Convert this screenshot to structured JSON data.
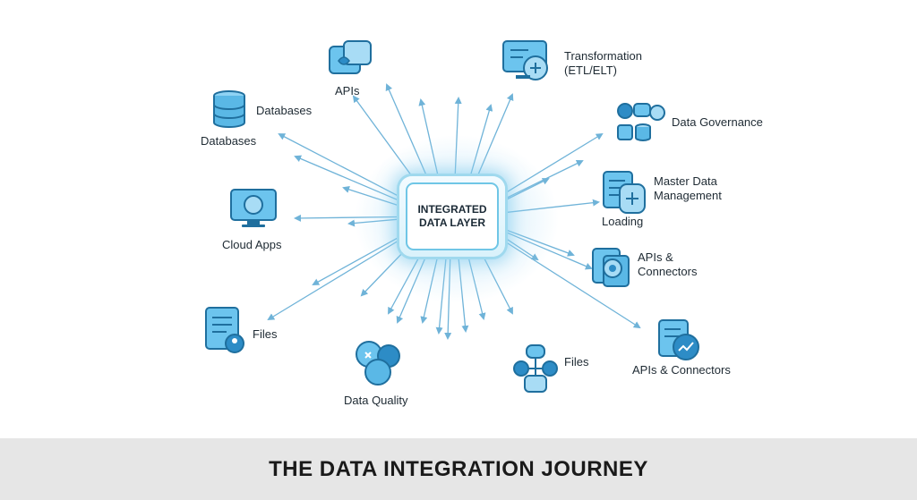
{
  "hub": {
    "line1": "INTEGRATED",
    "line2": "DATA LAYER"
  },
  "nodes": {
    "apis_top": "APIs",
    "databases_top": "Databases",
    "databases_bottom": "Databases",
    "cloud_apps": "Cloud Apps",
    "files_left": "Files",
    "data_quality": "Data Quality",
    "files_bottom": "Files",
    "transformation_line1": "Transformation",
    "transformation_line2": "(ETL/ELT)",
    "data_governance": "Data Governance",
    "mdm_line1": "Master Data",
    "mdm_line2": "Management",
    "loading": "Loading",
    "apis_connectors_right_line1": "APIs &",
    "apis_connectors_right_line2": "Connectors",
    "apis_connectors_bottom": "APIs & Connectors"
  },
  "footer": {
    "title": "THE DATA INTEGRATION JOURNEY"
  },
  "colors": {
    "arrow": "#6fb3d8",
    "icon_fill": "#5ab8e6",
    "icon_stroke": "#1f6f9e",
    "footer_bg": "#e6e6e6"
  }
}
